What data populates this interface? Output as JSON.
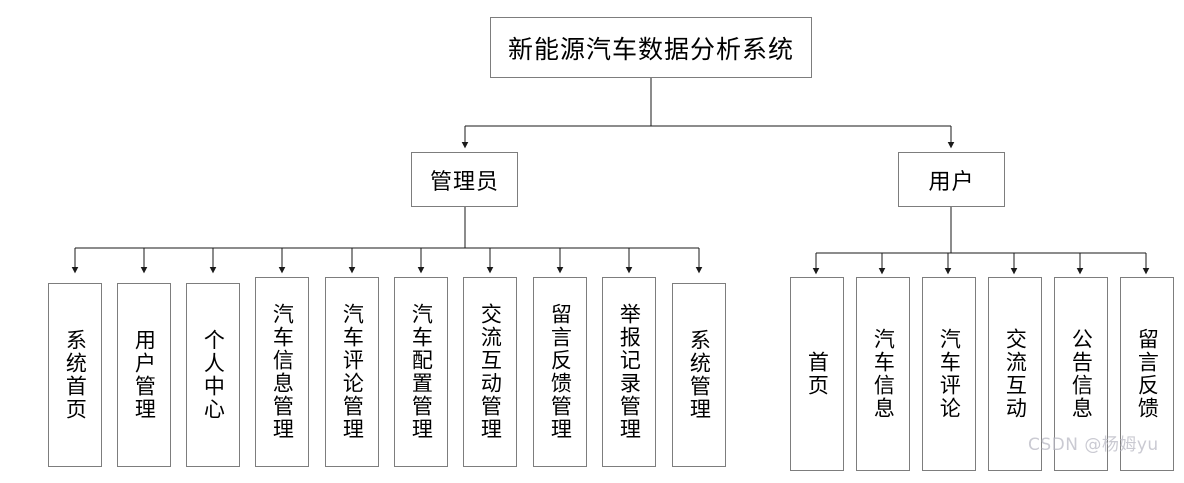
{
  "diagram": {
    "type": "tree",
    "title": "新能源汽车数据分析系统",
    "roles": [
      {
        "id": "admin",
        "label": "管理员"
      },
      {
        "id": "user",
        "label": "用户"
      }
    ],
    "admin_children": [
      {
        "label": "系统首页"
      },
      {
        "label": "用户管理"
      },
      {
        "label": "个人中心"
      },
      {
        "label": "汽车信息管理"
      },
      {
        "label": "汽车评论管理"
      },
      {
        "label": "汽车配置管理"
      },
      {
        "label": "交流互动管理"
      },
      {
        "label": "留言反馈管理"
      },
      {
        "label": "举报记录管理"
      },
      {
        "label": "系统管理"
      }
    ],
    "user_children": [
      {
        "label": "首页"
      },
      {
        "label": "汽车信息"
      },
      {
        "label": "汽车评论"
      },
      {
        "label": "交流互动"
      },
      {
        "label": "公告信息"
      },
      {
        "label": "留言反馈"
      }
    ],
    "colors": {
      "box_border": "#7d7d7d",
      "connector": "#1a1a1a",
      "background": "#ffffff",
      "text": "#000000",
      "watermark": "#b9b9c4"
    }
  },
  "watermark": {
    "text": "CSDN @杨姆yu"
  }
}
